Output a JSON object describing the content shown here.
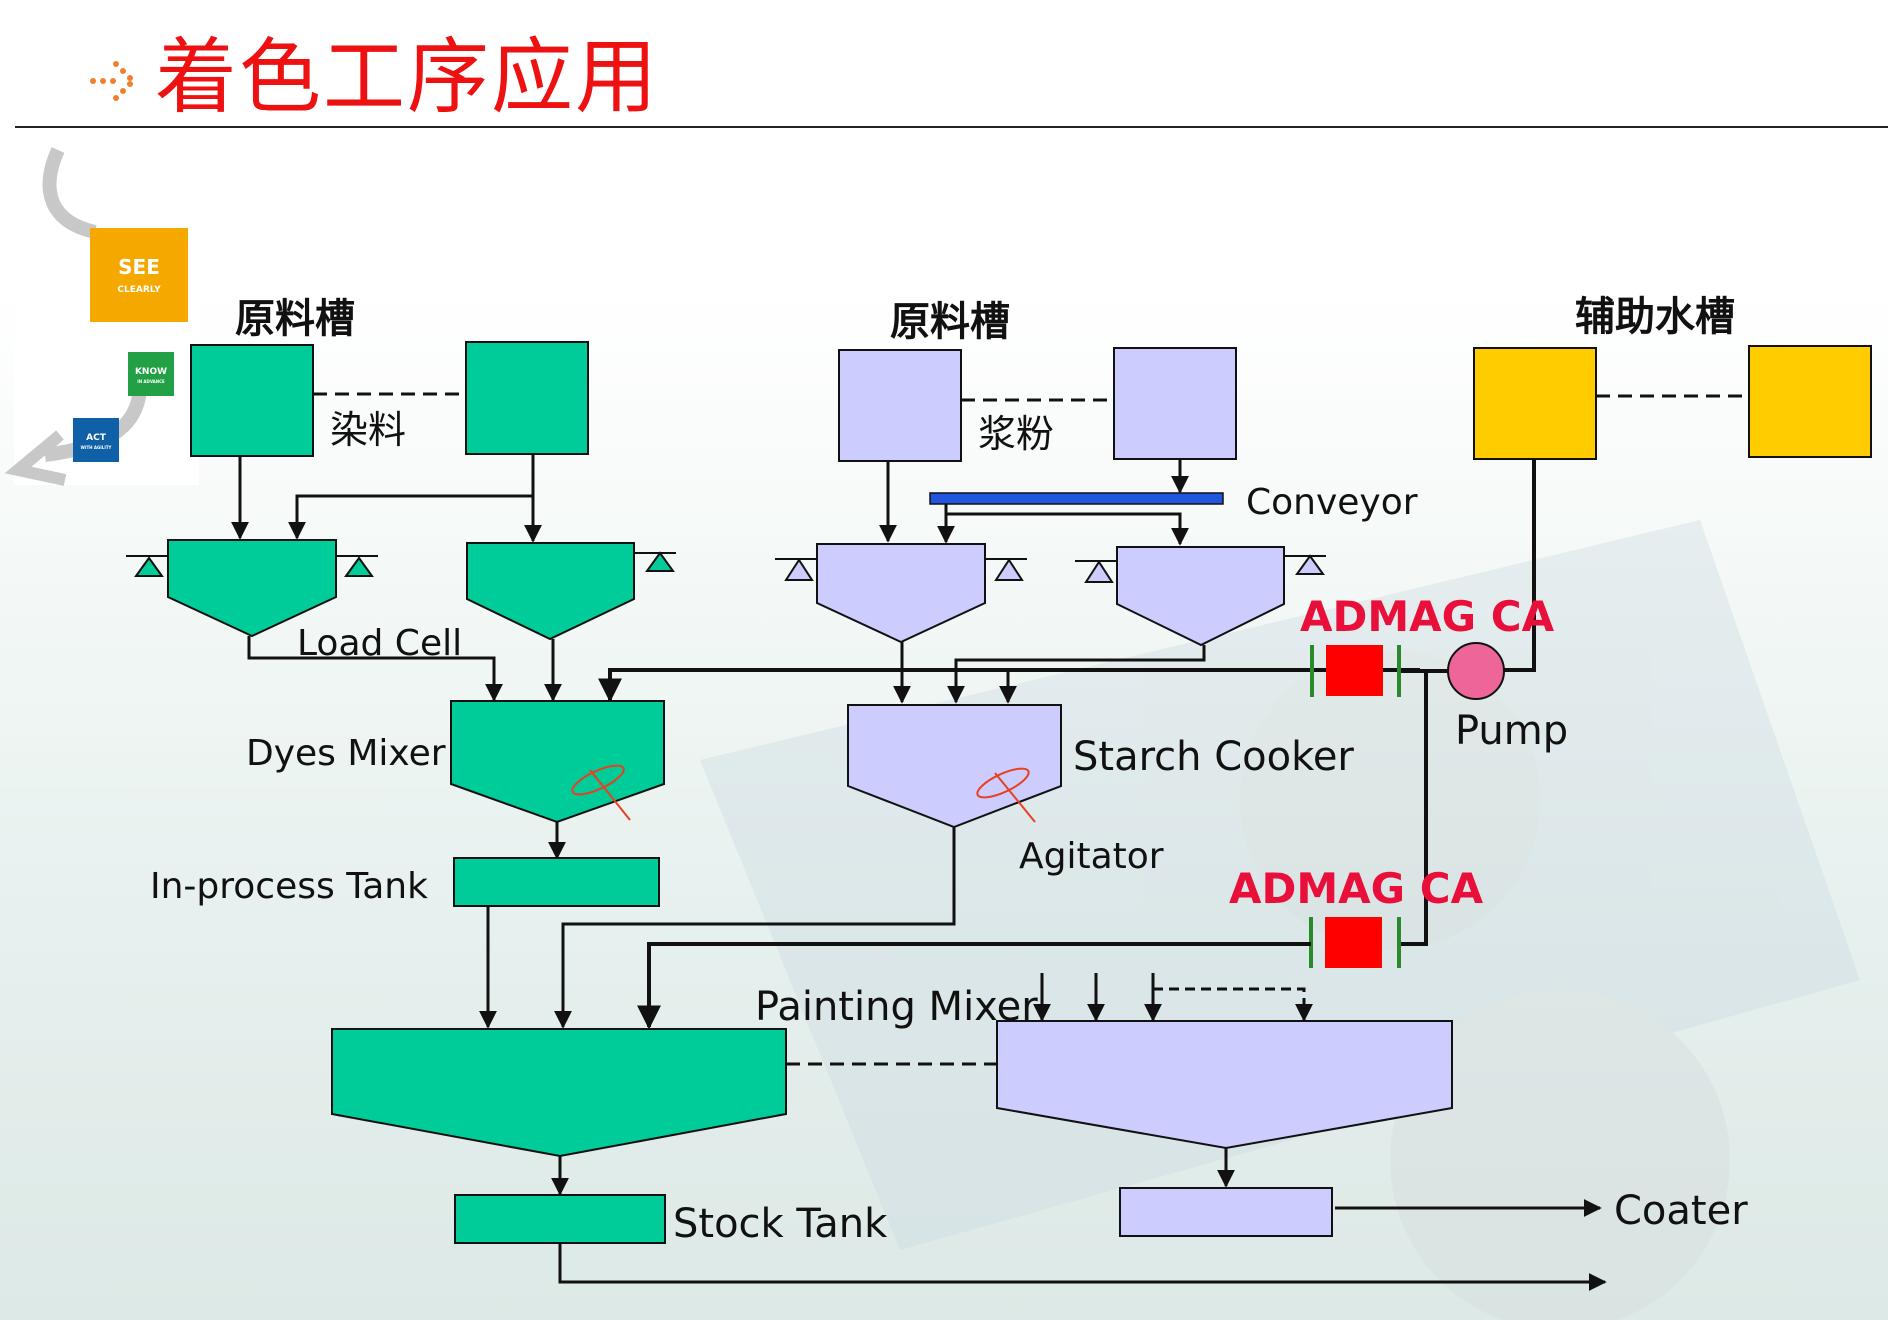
{
  "title": "着色工序应用",
  "colors": {
    "title_red": "#ee1111",
    "dye_green": "#00cc99",
    "starch_lavender": "#ccccff",
    "aux_yellow": "#ffcc00",
    "flowmeter_red": "#ff0000",
    "conveyor_blue": "#2255dd",
    "pump_pink": "#ee6699",
    "label_red": "#e8103a"
  },
  "logo": {
    "see": "SEE",
    "see_sub": "CLEARLY",
    "know": "KNOW",
    "know_sub": "IN ADVANCE",
    "act": "ACT",
    "act_sub": "WITH AGILITY"
  },
  "headers": {
    "raw_dye_tanks": "原料槽",
    "raw_starch_tanks": "原料槽",
    "aux_water_tanks": "辅助水槽"
  },
  "labels": {
    "dye": "染料",
    "starch_powder": "浆粉",
    "conveyor": "Conveyor",
    "load_cell": "Load Cell",
    "dyes_mixer": "Dyes Mixer",
    "starch_cooker": "Starch Cooker",
    "agitator": "Agitator",
    "in_process_tank": "In-process Tank",
    "painting_mixer": "Painting Mixer",
    "stock_tank": "Stock Tank",
    "coater": "Coater",
    "pump": "Pump"
  },
  "flowmeters": [
    {
      "label": "ADMAG CA"
    },
    {
      "label": "ADMAG CA"
    }
  ]
}
